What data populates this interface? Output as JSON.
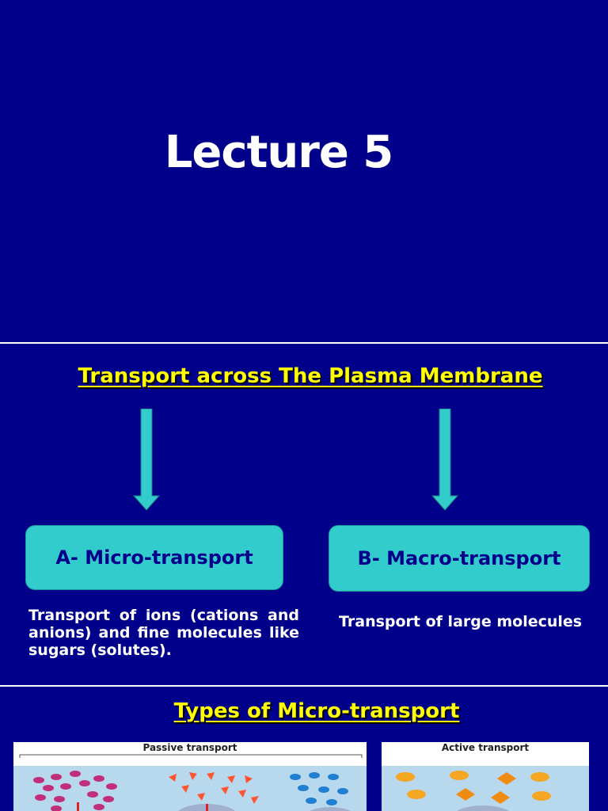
{
  "slide1": {
    "title": "Lecture 5"
  },
  "slide2": {
    "heading": "Transport across The Plasma Membrane",
    "micro": {
      "label": "A- Micro-transport",
      "description": "Transport of ions (cations and anions) and fine molecules like sugars (solutes)."
    },
    "macro": {
      "label": "B- Macro-transport",
      "description": "Transport of large molecules"
    },
    "colors": {
      "background": "#00008b",
      "heading": "#ffff00",
      "box": "#33cccc",
      "arrow": "#33cccc"
    }
  },
  "slide3": {
    "heading": "Types of Micro-transport",
    "figures": {
      "passive_label": "Passive transport",
      "active_label": "Active transport"
    }
  }
}
